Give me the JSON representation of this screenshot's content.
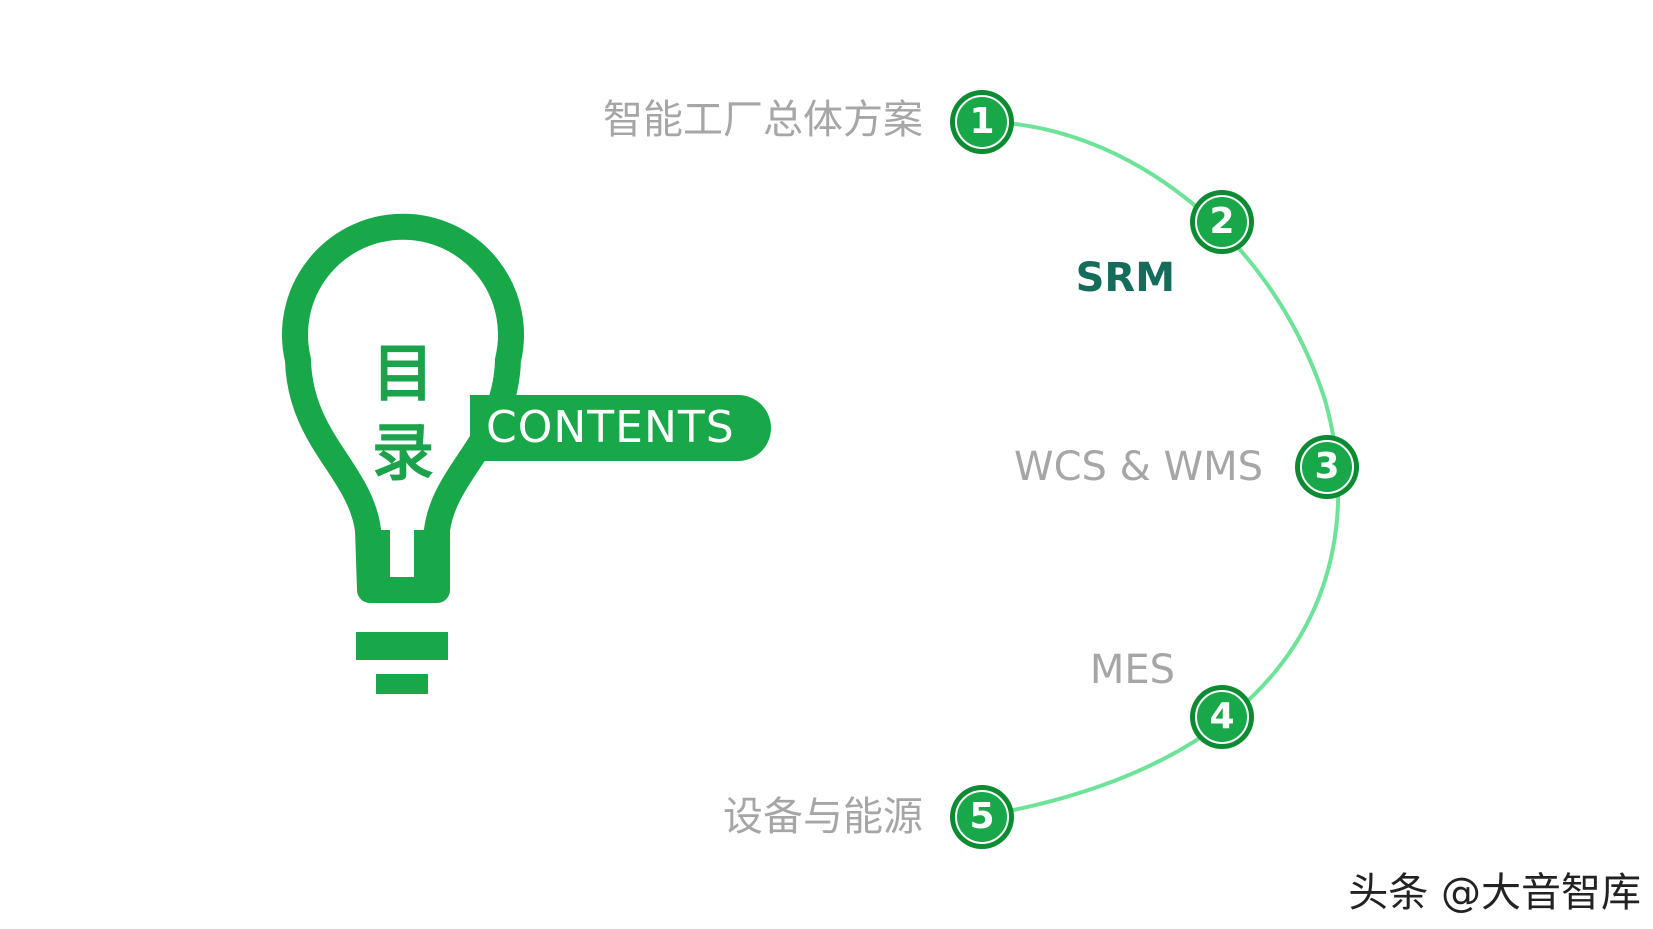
{
  "title": {
    "line1": "目",
    "line2": "录",
    "tag": "CONTENTS"
  },
  "items": [
    {
      "number": "1",
      "label": "智能工厂总体方案",
      "active": false
    },
    {
      "number": "2",
      "label": "SRM",
      "active": true
    },
    {
      "number": "3",
      "label": "WCS & WMS",
      "active": false
    },
    {
      "number": "4",
      "label": "MES",
      "active": false
    },
    {
      "number": "5",
      "label": "设备与能源",
      "active": false
    }
  ],
  "watermark": "头条 @大音智库",
  "colors": {
    "primary_green": "#18a84a",
    "node_dark_green": "#0c8b33",
    "arc_line": "#6de39a",
    "active_label": "#166c5b",
    "inactive_label": "#a6a6a6"
  }
}
